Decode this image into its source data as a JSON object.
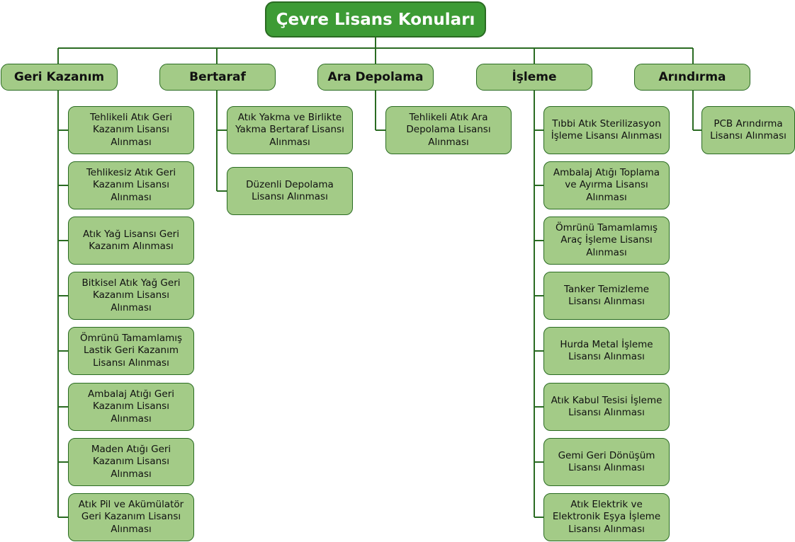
{
  "title": "Çevre Lisans Konuları",
  "colors": {
    "root_fill": "#3d9b35",
    "node_fill": "#a3cb87",
    "line": "#2a6b22"
  },
  "categories": [
    {
      "label": "Geri Kazanım",
      "items": [
        "Tehlikeli Atık Geri\nKazanım Lisansı\nAlınması",
        "Tehlikesiz Atık Geri\nKazanım Lisansı\nAlınması",
        "Atık Yağ Lisansı Geri\nKazanım Alınması",
        "Bitkisel Atık Yağ Geri\nKazanım Lisansı\nAlınması",
        "Ömrünü Tamamlamış\nLastik Geri Kazanım\nLisansı Alınması",
        "Ambalaj Atığı Geri\nKazanım Lisansı\nAlınması",
        "Maden Atığı Geri\nKazanım Lisansı\nAlınması",
        "Atık Pil ve Akümülatör\nGeri Kazanım Lisansı\nAlınması"
      ]
    },
    {
      "label": "Bertaraf",
      "items": [
        "Atık Yakma ve Birlikte\nYakma Bertaraf Lisansı\nAlınması",
        "Düzenli Depolama\nLisansı Alınması"
      ]
    },
    {
      "label": "Ara Depolama",
      "items": [
        "Tehlikeli Atık Ara\nDepolama Lisansı\nAlınması"
      ]
    },
    {
      "label": "İşleme",
      "items": [
        "Tıbbi Atık Sterilizasyon\nİşleme Lisansı Alınması",
        "Ambalaj Atığı Toplama\nve Ayırma Lisansı\nAlınması",
        "Ömrünü Tamamlamış\nAraç İşleme Lisansı\nAlınması",
        "Tanker Temizleme\nLisansı Alınması",
        "Hurda Metal İşleme\nLisansı Alınması",
        "Atık Kabul Tesisi İşleme\nLisansı Alınması",
        "Gemi Geri Dönüşüm\nLisansı Alınması",
        "Atık Elektrik ve\nElektronik Eşya İşleme\nLisansı Alınması"
      ]
    },
    {
      "label": "Arındırma",
      "items": [
        "PCB Arındırma\nLisansı Alınması"
      ]
    }
  ]
}
